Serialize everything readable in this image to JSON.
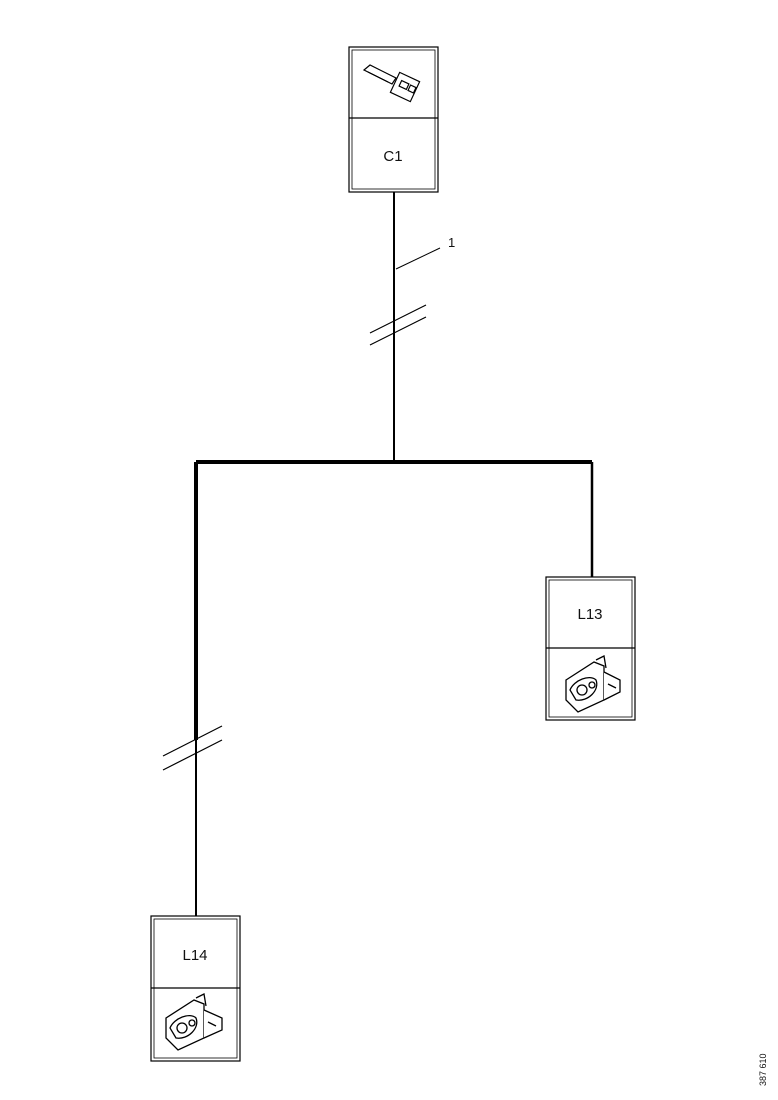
{
  "connectors": {
    "c1": {
      "label": "C1",
      "icon": "plug-connector-icon"
    },
    "l13": {
      "label": "L13",
      "icon": "lamp-holder-icon"
    },
    "l14": {
      "label": "L14",
      "icon": "lamp-holder-icon"
    }
  },
  "wire": {
    "number_label": "1"
  },
  "figure_id": "387 610"
}
